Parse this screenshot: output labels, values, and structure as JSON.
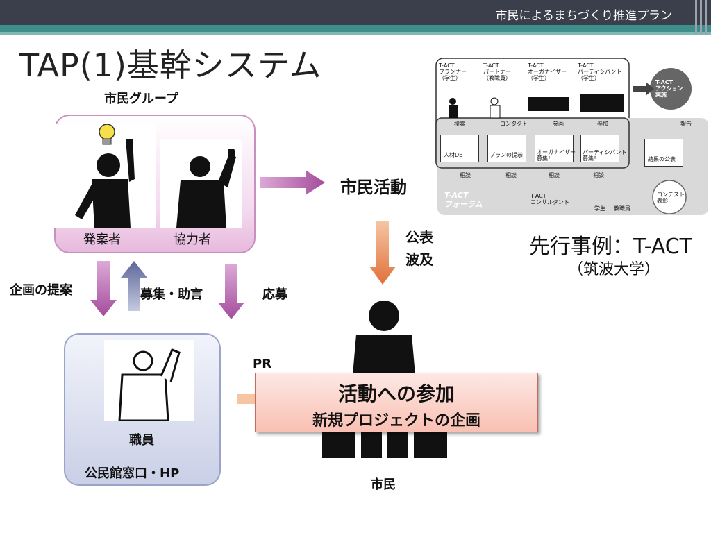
{
  "header": {
    "text": "市民によるまちづくり推進プラン"
  },
  "title": "TAP(1)基幹システム",
  "citizen_group": {
    "label": "市民グループ",
    "proposer": "発案者",
    "collaborator": "協力者"
  },
  "flows": {
    "plan_proposal": "企画の提案",
    "recruit_advice": "募集・助言",
    "apply": "応募",
    "citizen_activity": "市民活動",
    "announce": "公表",
    "spread": "波及",
    "pr": "PR"
  },
  "staff": {
    "label": "職員",
    "office": "公民館窓口・HP"
  },
  "callout": {
    "line1": "活動への参加",
    "line2": "新規プロジェクトの企画"
  },
  "citizen_label": "市民",
  "tact": {
    "caption": "先行事例：T-ACT",
    "sub": "（筑波大学）",
    "roles": [
      "T-ACT\nプランナー\n（学生）",
      "T-ACT\nパートナー\n（教職員）",
      "T-ACT\nオーガナイザー\n（学生）",
      "T-ACT\nパーティシパント\n（学生）"
    ],
    "action": "T-ACT\nアクション\n実施",
    "steps": [
      "検索",
      "コンタクト",
      "参画",
      "参加",
      "報告"
    ],
    "cards": [
      "人材DB",
      "プランの提示",
      "オーガナイザー\n募集！",
      "パーティシパント\n募集！",
      "結果の公表"
    ],
    "consult": [
      "相談",
      "相談",
      "相談",
      "相談"
    ],
    "forum": "T-ACT\nフォーラム",
    "consultant": "T-ACT\nコンサルタント",
    "legend_student": "学生",
    "legend_staff": "教職員",
    "contest": "コンテスト\n表彰"
  },
  "colors": {
    "header_bar": "#3a3f4b",
    "header_stripe": "#3e8f8c",
    "purple_arrow": "#b75fb0",
    "slate_arrow": "#6f78a8",
    "orange_arrow": "#e2874f",
    "callout_fill": "#f9c0b3"
  }
}
